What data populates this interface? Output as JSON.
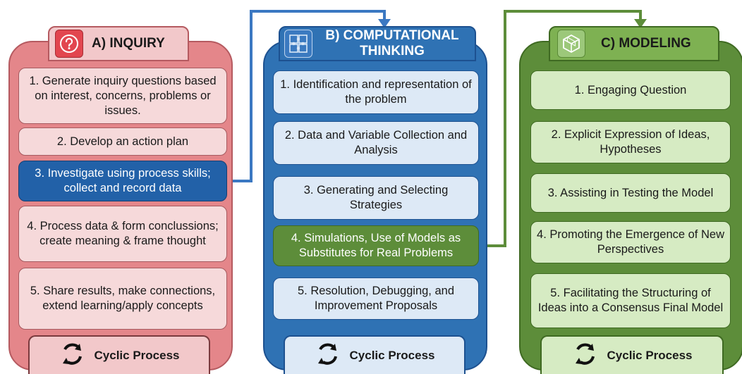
{
  "inquiry": {
    "title": "A) INQUIRY",
    "icon": "question-mark-icon",
    "steps": [
      "1. Generate inquiry questions based on interest, concerns, problems or issues.",
      "2. Develop an action plan",
      "3. Investigate using process skills; collect and record data",
      "4. Process data & form conclussions; create meaning & frame thought",
      "5. Share results, make connections, extend learning/apply concepts"
    ],
    "cycle_label": "Cyclic Process"
  },
  "computational_thinking": {
    "title": "B) COMPUTATIONAL THINKING",
    "icon": "puzzle-icon",
    "steps": [
      "1. Identification and representation of the problem",
      "2. Data and Variable Collection and Analysis",
      "3. Generating and Selecting Strategies",
      "4. Simulations, Use of Models as Substitutes for Real Problems",
      "5. Resolution, Debugging, and Improvement Proposals"
    ],
    "cycle_label": "Cyclic Process"
  },
  "modeling": {
    "title": "C) MODELING",
    "icon": "cube-icon",
    "steps": [
      "1. Engaging Question",
      "2. Explicit Expression of Ideas, Hypotheses",
      "3. Assisting in Testing the Model",
      "4. Promoting the Emergence of New Perspectives",
      "5. Facilitating the Structuring of Ideas into a Consensus Final Model"
    ],
    "cycle_label": "Cyclic Process"
  },
  "colors": {
    "inquiry": "#e4868a",
    "computational_thinking": "#2f72b4",
    "modeling": "#5d8d3a",
    "connector_blue": "#3b78c2",
    "connector_green": "#5d8d3a"
  }
}
